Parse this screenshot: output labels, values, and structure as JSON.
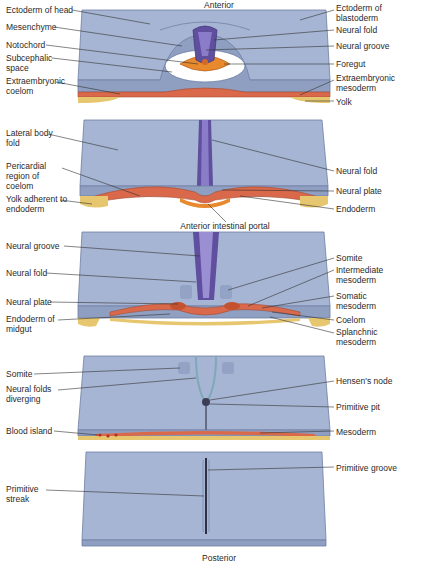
{
  "diagram": {
    "labels": [
      "Anterior",
      "Ectoderm of head",
      "Mesenchyme",
      "Notochord",
      "Subcephalic space",
      "Extraembryonic coelom",
      "Ectoderm of blastoderm",
      "Neural fold",
      "Neural groove",
      "Foregut",
      "Extraembryonic mesoderm",
      "Yolk",
      "Lateral body fold",
      "Pericardial region of coelom",
      "Yolk adherent to endoderm",
      "Neural fold",
      "Neural plate",
      "Endoderm",
      "Anterior intestinal portal",
      "Neural groove",
      "Neural fold",
      "Neural plate",
      "Endoderm of midgut",
      "Somite",
      "Intermediate mesoderm",
      "Somatic mesoderm",
      "Coelom",
      "Splanchnic mesoderm",
      "Somite",
      "Neural folds diverging",
      "Blood island",
      "Hensen's node",
      "Primitive pit",
      "Mesoderm",
      "Primitive streak",
      "Primitive groove",
      "Posterior"
    ]
  }
}
